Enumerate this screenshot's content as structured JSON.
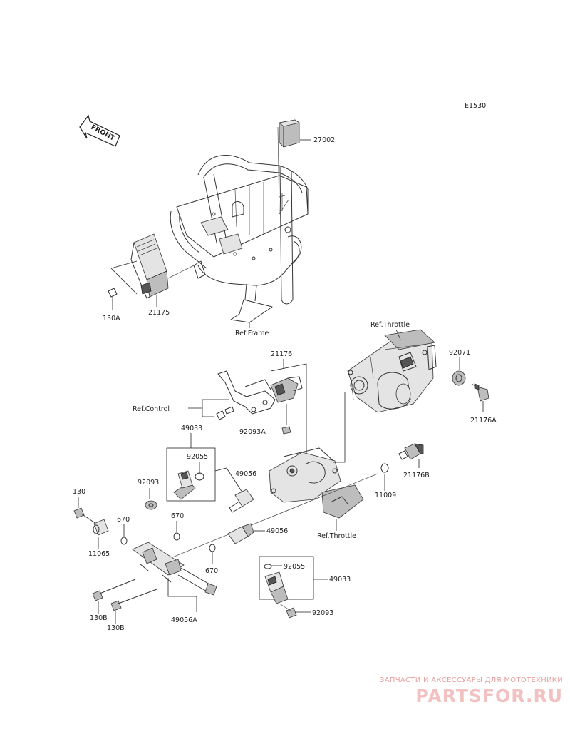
{
  "diagram_code": "E1530",
  "front_arrow": "FRONT",
  "labels": {
    "p27002": "27002",
    "p130A": "130A",
    "p21175": "21175",
    "ref_frame": "Ref.Frame",
    "ref_throttle_top": "Ref.Throttle",
    "p92071": "92071",
    "p21176": "21176",
    "ref_control": "Ref.Control",
    "p21176A": "21176A",
    "p92093A": "92093A",
    "p49033_top": "49033",
    "p92055_top": "92055",
    "p49056_top": "49056",
    "p21176B": "21176B",
    "p92093_top": "92093",
    "p11009": "11009",
    "p130": "130",
    "p670_a": "670",
    "p670_b": "670",
    "p11065": "11065",
    "p49056_mid": "49056",
    "ref_throttle_bottom": "Ref.Throttle",
    "p670_c": "670",
    "p92055_bottom": "92055",
    "p49033_bottom": "49033",
    "p130B_a": "130B",
    "p130B_b": "130B",
    "p49056A": "49056A",
    "p92093_bottom": "92093"
  },
  "watermark": {
    "line1": "ЗАПЧАСТИ И АКСЕССУАРЫ ДЛЯ МОТОТЕХНИКИ",
    "line2": "PARTSFOR.RU"
  }
}
